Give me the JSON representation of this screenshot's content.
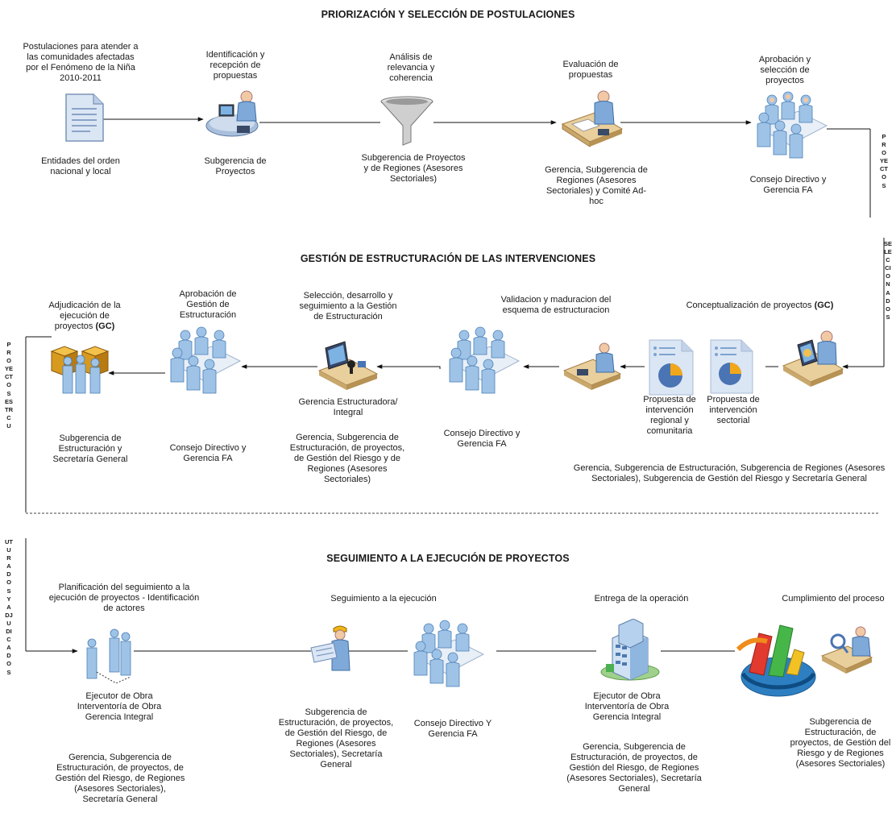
{
  "section1": {
    "title": "PRIORIZACIÓN Y SELECCIÓN DE POSTULACIONES",
    "step1": {
      "top": "Postulaciones para atender a las comunidades afectadas por el Fenómeno de la Niña 2010-2011",
      "bottom": "Entidades del orden nacional y local"
    },
    "step2": {
      "top": "Identificación y recepción de propuestas",
      "bottom": "Subgerencia de Proyectos"
    },
    "step3": {
      "top": "Análisis de relevancia y coherencia",
      "bottom": "Subgerencia de Proyectos y de Regiones (Asesores Sectoriales)"
    },
    "step4": {
      "top": "Evaluación de propuestas",
      "bottom": "Gerencia, Subgerencia de Regiones (Asesores Sectoriales) y Comité Ad-hoc"
    },
    "step5": {
      "top": "Aprobación y selección de proyectos",
      "bottom": "Consejo Directivo y Gerencia FA"
    }
  },
  "connector1": {
    "part1": "PROYECTOS",
    "part2": "SELECCIONADOS"
  },
  "section2": {
    "title": "GESTIÓN DE ESTRUCTURACIÓN DE LAS INTERVENCIONES",
    "step1": {
      "top": "Conceptualización de proyectos",
      "tag": "(GC)"
    },
    "doc1": "Propuesta de intervención sectorial",
    "doc2": "Propuesta de intervención regional y comunitaria",
    "step1_bottom": "Gerencia, Subgerencia de Estructuración, Subgerencia de Regiones (Asesores Sectoriales), Subgerencia de Gestión del Riesgo y Secretaría General",
    "step2": {
      "top": "Validacion y maduracion del esquema de estructuracion",
      "bottom": "Consejo Directivo y Gerencia FA"
    },
    "step3": {
      "top": "Selección, desarrollo y seguimiento a la Gestión de Estructuración",
      "middle": "Gerencia Estructuradora/ Integral",
      "bottom": "Gerencia, Subgerencia de Estructuración, de proyectos, de Gestión del Riesgo y de Regiones (Asesores Sectoriales)"
    },
    "step4": {
      "top": "Aprobación de Gestión de Estructuración",
      "bottom": "Consejo Directivo y Gerencia FA"
    },
    "step5": {
      "top": "Adjudicación de la ejecución de proyectos",
      "tag": "(GC)",
      "bottom": "Subgerencia de Estructuración y Secretaría General"
    }
  },
  "connector2": {
    "part1": "PROYECTOS ESTRCU",
    "part2": "UTURADOS Y ADJUDICADOS"
  },
  "section3": {
    "title": "SEGUIMIENTO A LA EJECUCIÓN DE PROYECTOS",
    "step1": {
      "top": "Planificación del seguimiento a la ejecución de proyectos - Identificación de actores",
      "middle": "Ejecutor de Obra Interventoría de Obra Gerencia Integral",
      "bottom": "Gerencia, Subgerencia de Estructuración, de proyectos, de Gestión del Riesgo, de Regiones (Asesores Sectoriales), Secretaría General"
    },
    "step2": {
      "top": "Seguimiento a la ejecución",
      "bottom": "Subgerencia de Estructuración, de proyectos, de Gestión del Riesgo, de Regiones (Asesores Sectoriales), Secretaría General"
    },
    "step2b": {
      "bottom": "Consejo Directivo Y Gerencia FA"
    },
    "step3": {
      "top": "Entrega de la operación",
      "middle": "Ejecutor de Obra Interventoría de Obra Gerencia Integral",
      "bottom": "Gerencia, Subgerencia de Estructuración, de proyectos, de Gestión del Riesgo, de Regiones (Asesores Sectoriales), Secretaría General"
    },
    "step4": {
      "top": "Cumplimiento del proceso",
      "bottom": "Subgerencia de Estructuración, de proyectos, de Gestión del Riesgo y de Regiones (Asesores Sectoriales)"
    }
  },
  "colors": {
    "line": "#111111",
    "person": "#9fc3e6",
    "person_dark": "#4a7fb8",
    "desk": "#e9cf9c",
    "doc": "#dbe6f5",
    "pie": "#f2a71b"
  },
  "icons": [
    "document-icon",
    "receptionist-icon",
    "funnel-icon",
    "evaluator-icon",
    "meeting-icon",
    "people-icon",
    "boxes-icon",
    "engineer-icon",
    "building-icon",
    "chart-icon"
  ]
}
